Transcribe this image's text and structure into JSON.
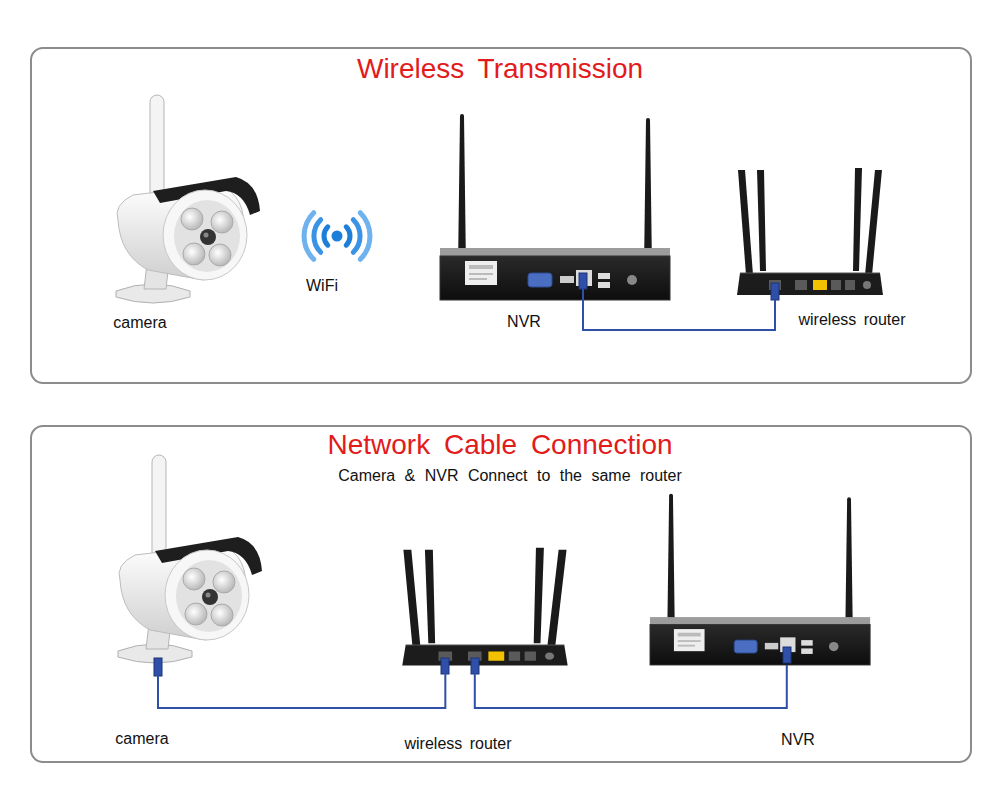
{
  "diagram": {
    "nodes": [
      {
        "text": [
          "Wireless Transmission"
        ]
      },
      {
        "text": [
          "camera"
        ],
        "in": 0
      },
      {
        "text": [
          "NVR"
        ],
        "in": 0
      },
      {
        "text": [
          "wireless router"
        ],
        "in": 0
      },
      {
        "text": [
          "Network Cable Connection",
          "Camera & NVR Connect to the same router"
        ]
      },
      {
        "text": [
          "camera"
        ],
        "in": 4
      },
      {
        "text": [
          "wireless router"
        ],
        "in": 4
      },
      {
        "text": [
          "NVR"
        ],
        "in": 4
      }
    ],
    "edges": [
      {
        "from": 2,
        "to": 3,
        "arrow": "none"
      },
      {
        "from": 5,
        "to": 6,
        "arrow": "none"
      },
      {
        "from": 6,
        "to": 7,
        "arrow": "none"
      }
    ],
    "labels": [
      "WiFi"
    ]
  }
}
